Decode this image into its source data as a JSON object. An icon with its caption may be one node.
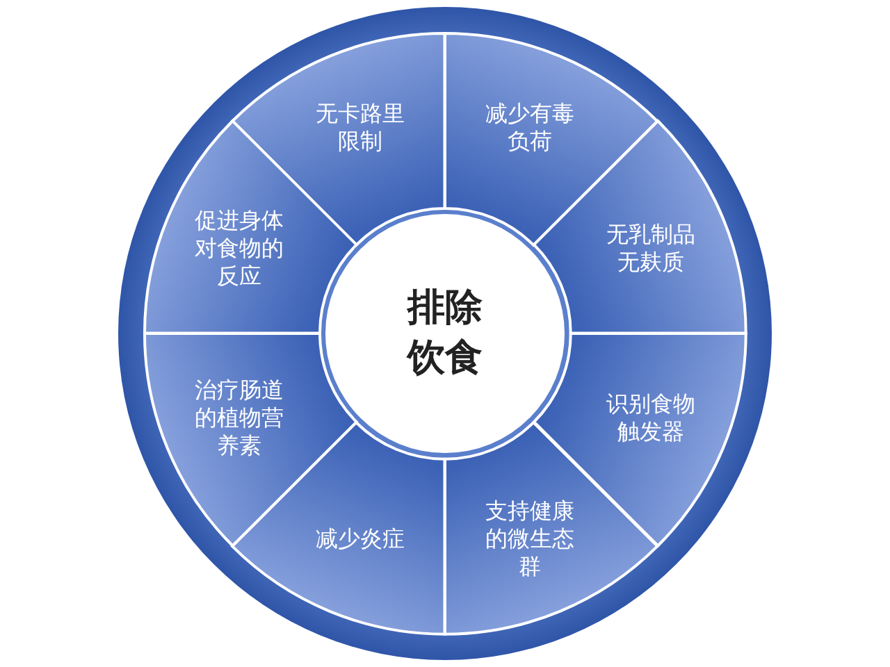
{
  "diagram": {
    "nodes": [
      {
        "text": [
          "排除饮食"
        ]
      },
      {
        "text": [
          "无卡路里限制"
        ]
      },
      {
        "text": [
          "减少有毒负荷"
        ]
      },
      {
        "text": [
          "无乳制品无麸质"
        ]
      },
      {
        "text": [
          "识别食物触发器"
        ]
      },
      {
        "text": [
          "支持健康的微生态群"
        ]
      },
      {
        "text": [
          "减少炎症"
        ]
      },
      {
        "text": [
          "治疗肠道的植物营养素"
        ]
      },
      {
        "text": [
          "促进身体对食物的反应"
        ]
      }
    ]
  }
}
